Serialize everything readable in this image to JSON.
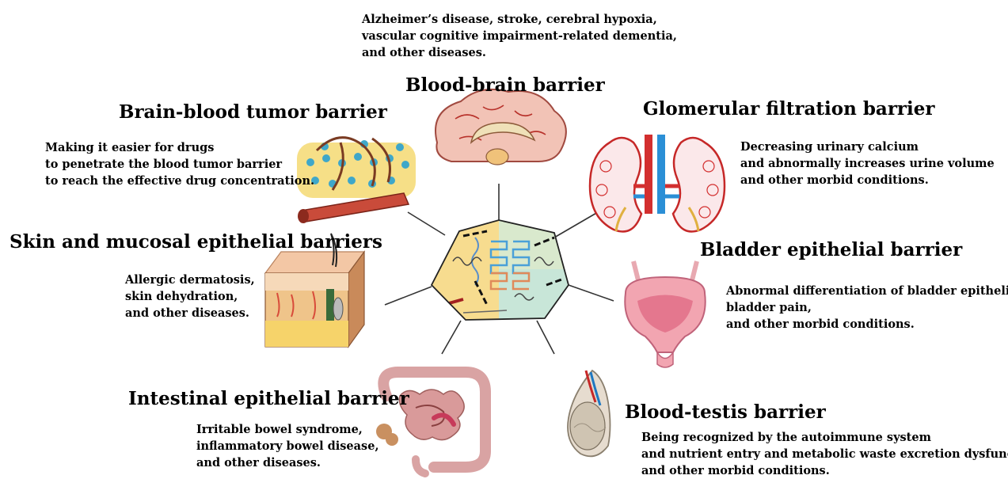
{
  "center": {
    "icon": "tight-junction-hexagon-icon"
  },
  "barriers": [
    {
      "id": "blood-brain",
      "title": "Blood-brain barrier",
      "icon": "brain-icon",
      "lines": [
        "Alzheimer’s disease, stroke, cerebral hypoxia,",
        "vascular cognitive impairment-related dementia,",
        "and other diseases."
      ]
    },
    {
      "id": "brain-blood-tumor",
      "title": "Brain-blood tumor barrier",
      "icon": "tumor-cells-vessel-icon",
      "lines": [
        "Making it easier for drugs",
        "to penetrate the blood tumor barrier",
        "to reach the effective drug concentration."
      ]
    },
    {
      "id": "glomerular",
      "title": "Glomerular filtration barrier",
      "icon": "kidneys-icon",
      "lines": [
        "Decreasing urinary calcium",
        "and abnormally increases urine volume",
        "and other morbid conditions."
      ]
    },
    {
      "id": "skin-mucosal",
      "title": "Skin and mucosal epithelial barriers",
      "icon": "skin-section-icon",
      "lines": [
        "Allergic dermatosis,",
        "skin dehydration,",
        "and other diseases."
      ]
    },
    {
      "id": "bladder",
      "title": "Bladder epithelial barrier",
      "icon": "bladder-icon",
      "lines": [
        "Abnormal differentiation of bladder epithelium,",
        "bladder pain,",
        "and other morbid conditions."
      ]
    },
    {
      "id": "intestinal",
      "title": "Intestinal epithelial barrier",
      "icon": "intestine-icon",
      "lines": [
        "Irritable bowel syndrome,",
        "inflammatory bowel disease,",
        "and other diseases."
      ]
    },
    {
      "id": "blood-testis",
      "title": "Blood-testis barrier",
      "icon": "testis-icon",
      "lines": [
        "Being recognized by the autoimmune system",
        "and nutrient entry and metabolic waste excretion dysfunction",
        "and other morbid conditions."
      ]
    }
  ]
}
